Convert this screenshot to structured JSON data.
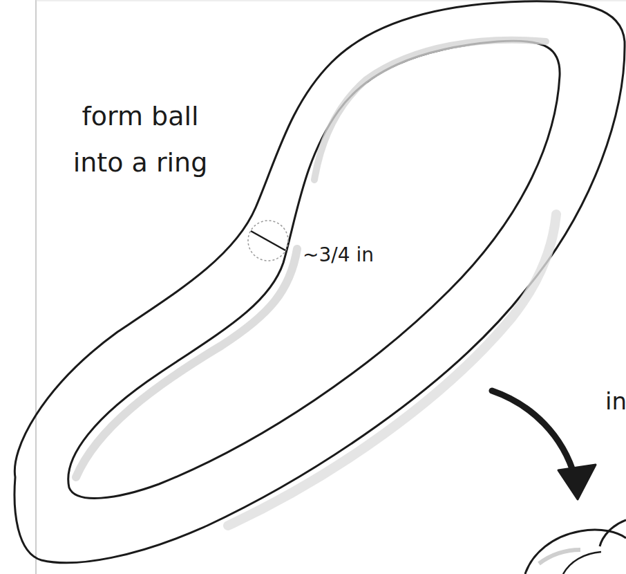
{
  "diagram": {
    "labels": [
      "form ball into a ring",
      "~3/4 in",
      "in"
    ]
  }
}
